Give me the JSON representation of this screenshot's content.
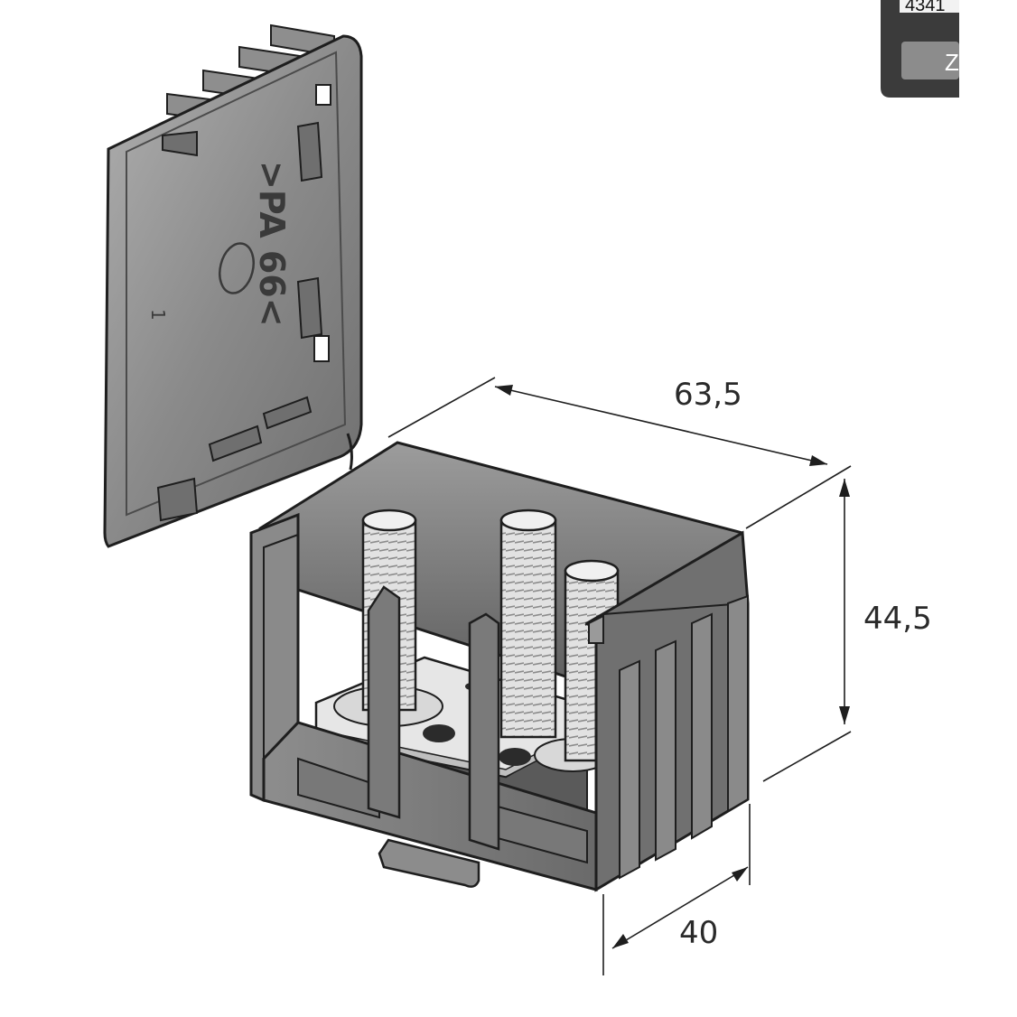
{
  "dimensions": {
    "width": "63,5",
    "height": "44,5",
    "depth": "40"
  },
  "lid_marking": {
    "material": ">PA 66<",
    "symbol": "1"
  },
  "corner_widget": {
    "part_number": "4341",
    "button_label": "Z"
  },
  "colors": {
    "housing": "#7b7b7b",
    "housing_dark": "#4a4a4a",
    "outline": "#1e1e1e",
    "plate": "#e6e6e6",
    "bolt": "#d9d9d9",
    "widget": "#3b3b3b"
  }
}
